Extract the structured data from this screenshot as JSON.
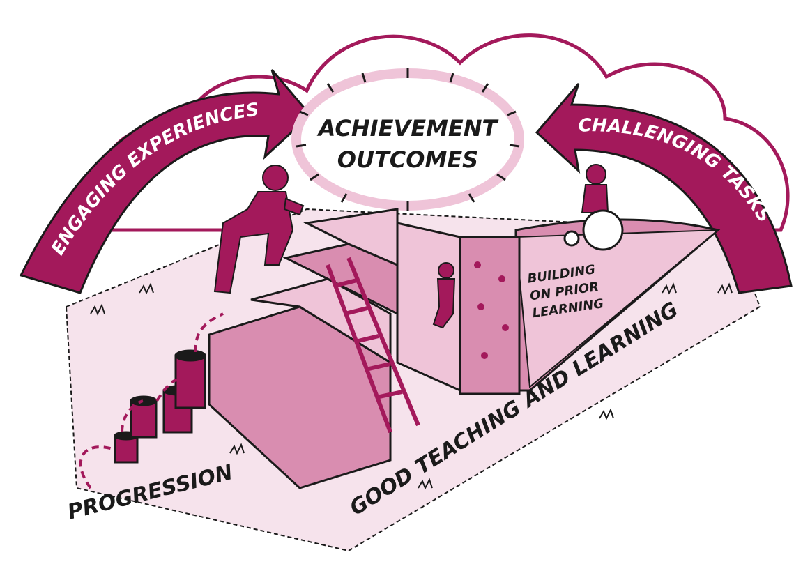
{
  "labels": {
    "achievement_line1": "ACHIEVEMENT",
    "achievement_line2": "OUTCOMES",
    "engaging": "ENGAGING EXPERIENCES",
    "challenging": "CHALLENGING TASKS",
    "building_line1": "BUILDING",
    "building_line2": "ON PRIOR",
    "building_line3": "LEARNING",
    "good_teaching": "GOOD TEACHING AND LEARNING",
    "progression": "PROGRESSION"
  },
  "colors": {
    "accent": "#a3195b",
    "ground": "#f6e3ec",
    "light_pink": "#efc4d8",
    "mid_pink": "#d98db0",
    "outline": "#1a1a1a"
  }
}
